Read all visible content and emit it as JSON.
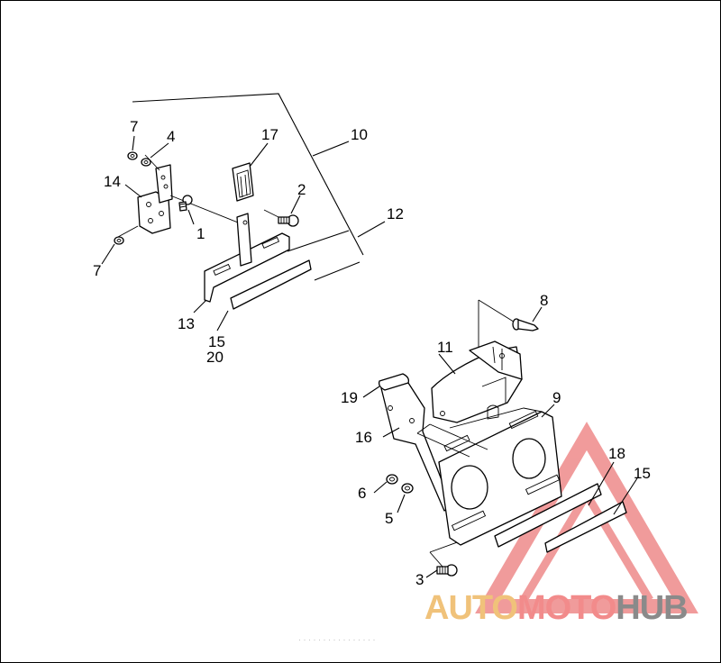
{
  "callouts": {
    "c7_top": "7",
    "c4": "4",
    "c14": "14",
    "c1": "1",
    "c7_bot": "7",
    "c17": "17",
    "c10": "10",
    "c2": "2",
    "c12": "12",
    "c13": "13",
    "c15_left": "15",
    "c20": "20",
    "c8": "8",
    "c11": "11",
    "c19": "19",
    "c9": "9",
    "c16": "16",
    "c18": "18",
    "c15_right": "15",
    "c6": "6",
    "c5": "5",
    "c3": "3"
  },
  "watermark": {
    "part1": "AUTO",
    "part2": "MOTO",
    "part3": "HUB",
    "color1": "#f0c27a",
    "color2": "#f28b8b",
    "color3": "#8a8a8a",
    "triangle_color": "#ee8a8a"
  },
  "footer_text": "· · · · · ·   · · ·  ·  · · · · · ·"
}
